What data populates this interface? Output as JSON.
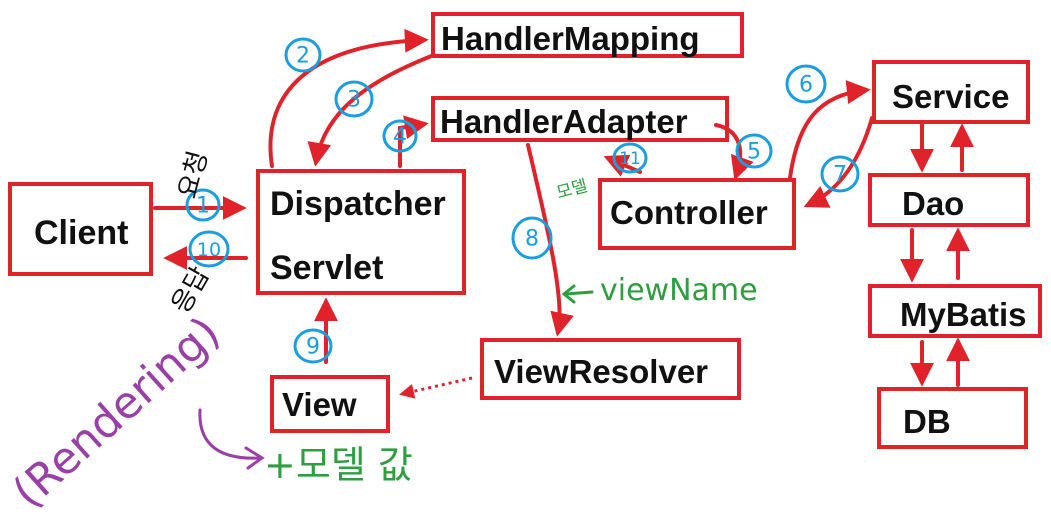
{
  "diagram": {
    "nodes": {
      "client": "Client",
      "dispatcher_line1": "Dispatcher",
      "dispatcher_line2": "Servlet",
      "handler_mapping": "HandlerMapping",
      "handler_adapter": "HandlerAdapter",
      "controller": "Controller",
      "service": "Service",
      "dao": "Dao",
      "mybatis": "MyBatis",
      "db": "DB",
      "view_resolver": "ViewResolver",
      "view": "View"
    },
    "steps": [
      "1",
      "2",
      "3",
      "4",
      "5",
      "6",
      "7",
      "8",
      "9",
      "10",
      "11"
    ],
    "annotations": {
      "request": "요청",
      "response": "응답",
      "model": "모델",
      "view_name": "viewName",
      "rendering": "(Rendering)",
      "plus_model": "+모델 값"
    },
    "colors": {
      "box": "#e0232b",
      "arrow": "#e0232b",
      "step": "#1a9ee0",
      "model_note": "#2e9e3e",
      "rendering_note": "#9b3fa8",
      "text": "#111111"
    }
  }
}
